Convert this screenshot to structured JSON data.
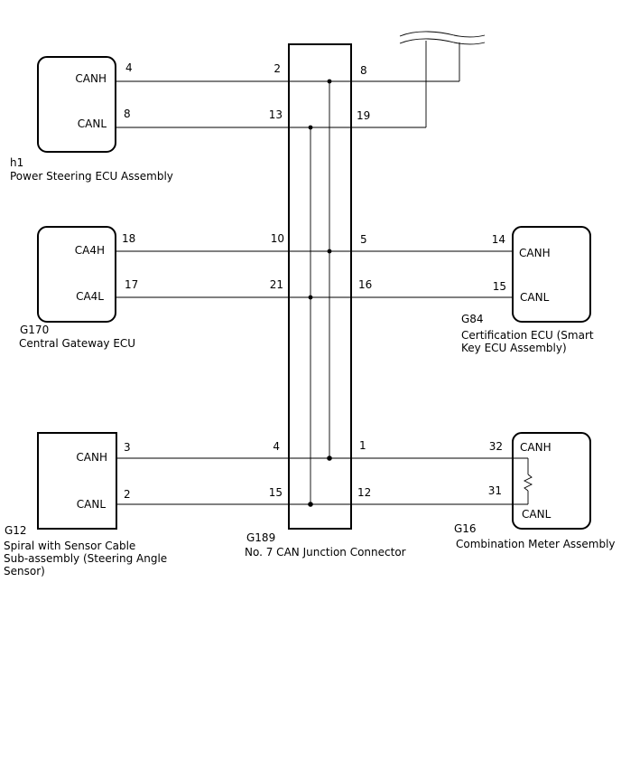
{
  "components": {
    "h1": {
      "code": "h1",
      "name_lines": [
        "Power Steering ECU Assembly"
      ],
      "pins": [
        {
          "signal": "CANH",
          "pin": "4"
        },
        {
          "signal": "CANL",
          "pin": "8"
        }
      ]
    },
    "g170": {
      "code": "G170",
      "name_lines": [
        "Central Gateway ECU"
      ],
      "pins": [
        {
          "signal": "CA4H",
          "pin": "18"
        },
        {
          "signal": "CA4L",
          "pin": "17"
        }
      ]
    },
    "g12": {
      "code": "G12",
      "name_lines": [
        "Spiral with Sensor Cable",
        "Sub-assembly (Steering Angle",
        "Sensor)"
      ],
      "pins": [
        {
          "signal": "CANH",
          "pin": "3"
        },
        {
          "signal": "CANL",
          "pin": "2"
        }
      ]
    },
    "g189": {
      "code": "G189",
      "name_lines": [
        "No. 7 CAN Junction Connector"
      ],
      "left_pins": [
        "2",
        "13",
        "10",
        "21",
        "4",
        "15"
      ],
      "right_pins": [
        "8",
        "19",
        "5",
        "16",
        "1",
        "12"
      ]
    },
    "g84": {
      "code": "G84",
      "name_lines": [
        "Certification ECU (Smart",
        "Key ECU Assembly)"
      ],
      "pins": [
        {
          "signal": "CANH",
          "pin": "14"
        },
        {
          "signal": "CANL",
          "pin": "15"
        }
      ]
    },
    "g16": {
      "code": "G16",
      "name_lines": [
        "Combination Meter Assembly"
      ],
      "pins": [
        {
          "signal": "CANH",
          "pin": "32"
        },
        {
          "signal": "CANL",
          "pin": "31"
        }
      ]
    }
  },
  "colors": {
    "line": "#000000",
    "background": "#ffffff"
  }
}
